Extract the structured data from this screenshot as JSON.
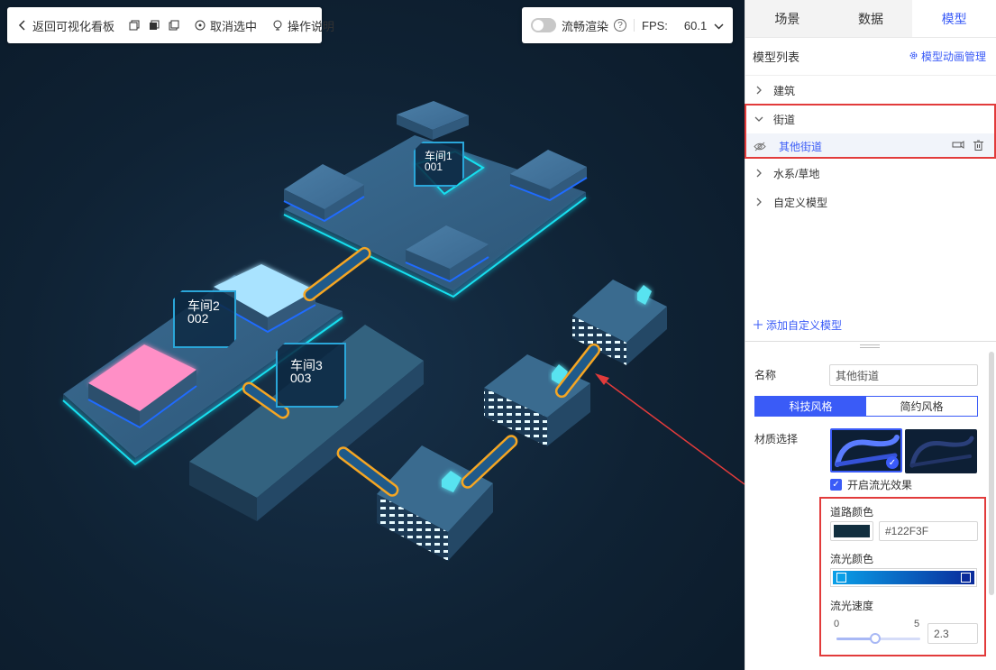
{
  "toolbar": {
    "back_label": "返回可视化看板",
    "deselect_label": "取消选中",
    "help_label": "操作说明"
  },
  "fps_bar": {
    "smooth_label": "流畅渲染",
    "smooth_enabled": false,
    "fps_label": "FPS:",
    "fps_value": "60.1"
  },
  "scene": {
    "workshops": [
      {
        "name": "车间1",
        "code": "001"
      },
      {
        "name": "车间2",
        "code": "002"
      },
      {
        "name": "车间3",
        "code": "003"
      }
    ]
  },
  "panel": {
    "tabs": [
      {
        "label": "场景",
        "active": false
      },
      {
        "label": "数据",
        "active": false
      },
      {
        "label": "模型",
        "active": true
      }
    ],
    "list_title": "模型列表",
    "anim_manage_label": "模型动画管理",
    "tree": [
      {
        "label": "建筑",
        "expanded": false
      },
      {
        "label": "街道",
        "expanded": true,
        "children": [
          {
            "label": "其他街道"
          }
        ]
      },
      {
        "label": "水系/草地",
        "expanded": false
      },
      {
        "label": "自定义模型",
        "expanded": false
      }
    ],
    "add_custom_label": "添加自定义模型",
    "props": {
      "name_label": "名称",
      "name_value": "其他街道",
      "style_tabs": [
        {
          "label": "科技风格",
          "active": true
        },
        {
          "label": "简约风格",
          "active": false
        }
      ],
      "material_label": "材质选择",
      "flow_effect_label": "开启流光效果",
      "flow_effect_checked": true,
      "road_color_label": "道路颜色",
      "road_color_hex": "#122F3F",
      "flow_color_label": "流光颜色",
      "flow_color_start": "#0aa0e8",
      "flow_color_end": "#0a2a9a",
      "flow_speed_label": "流光速度",
      "flow_speed_min": "0",
      "flow_speed_max": "5",
      "flow_speed_value": "2.3",
      "flow_speed_fraction": 0.46
    }
  },
  "colors": {
    "accent": "#3a5bf7",
    "annotation_red": "#e23b3b",
    "scene_bg": "#0f2234",
    "glow_cyan": "#19e0f0"
  }
}
